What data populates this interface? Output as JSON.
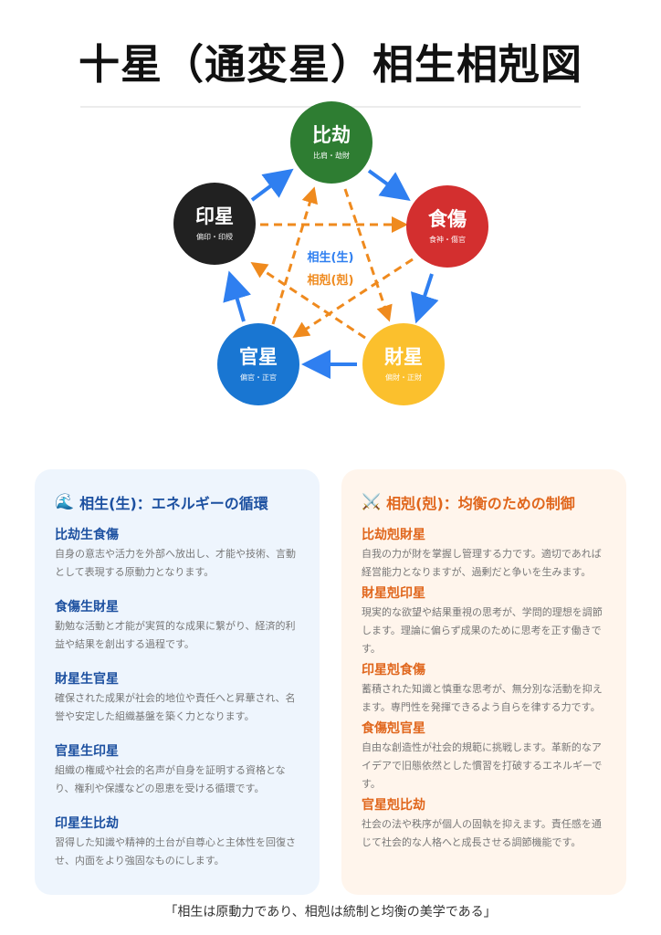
{
  "title": "十星（通変星）相生相剋図",
  "diagram": {
    "nodes": [
      {
        "id": "hikou",
        "label": "比劫",
        "sub": "比肩・劫財",
        "color": "#2e7d32"
      },
      {
        "id": "shokushou",
        "label": "食傷",
        "sub": "食神・傷官",
        "color": "#d32f2f"
      },
      {
        "id": "zaisei",
        "label": "財星",
        "sub": "偏財・正財",
        "color": "#fbc02d"
      },
      {
        "id": "kansei",
        "label": "官星",
        "sub": "偏官・正官",
        "color": "#1976d2"
      },
      {
        "id": "insei",
        "label": "印星",
        "sub": "偏印・印綬",
        "color": "#212121"
      }
    ],
    "legend": {
      "sousei": "相生(生)",
      "soukoku": "相剋(剋)",
      "sousei_color": "#2f7ff0",
      "soukoku_color": "#ef8a1e"
    }
  },
  "sousei_card": {
    "emoji": "🌊",
    "title": "相生(生)：エネルギーの循環",
    "items": [
      {
        "title": "比劫生食傷",
        "text": "自身の意志や活力を外部へ放出し、才能や技術、言動として表現する原動力となります。"
      },
      {
        "title": "食傷生財星",
        "text": "勤勉な活動と才能が実質的な成果に繋がり、経済的利益や結果を創出する過程です。"
      },
      {
        "title": "財星生官星",
        "text": "確保された成果が社会的地位や責任へと昇華され、名誉や安定した組織基盤を築く力となります。"
      },
      {
        "title": "官星生印星",
        "text": "組織の権威や社会的名声が自身を証明する資格となり、権利や保護などの恩恵を受ける循環です。"
      },
      {
        "title": "印星生比劫",
        "text": "習得した知識や精神的土台が自尊心と主体性を回復させ、内面をより強固なものにします。"
      }
    ]
  },
  "soukoku_card": {
    "emoji": "⚔️",
    "title": "相剋(剋)：均衡のための制御",
    "items": [
      {
        "title": "比劫剋財星",
        "text": "自我の力が財を掌握し管理する力です。適切であれば経営能力となりますが、過剰だと争いを生みます。"
      },
      {
        "title": "財星剋印星",
        "text": "現実的な欲望や結果重視の思考が、学問的理想を調節します。理論に偏らず成果のために思考を正す働きです。"
      },
      {
        "title": "印星剋食傷",
        "text": "蓄積された知識と慎重な思考が、無分別な活動を抑えます。専門性を発揮できるよう自らを律する力です。"
      },
      {
        "title": "食傷剋官星",
        "text": "自由な創造性が社会的規範に挑戦します。革新的なアイデアで旧態依然とした慣習を打破するエネルギーです。"
      },
      {
        "title": "官星剋比劫",
        "text": "社会の法や秩序が個人の固執を抑えます。責任感を通じて社会的な人格へと成長させる調節機能です。"
      }
    ]
  },
  "footer": "「相生は原動力であり、相剋は統制と均衡の美学である」"
}
